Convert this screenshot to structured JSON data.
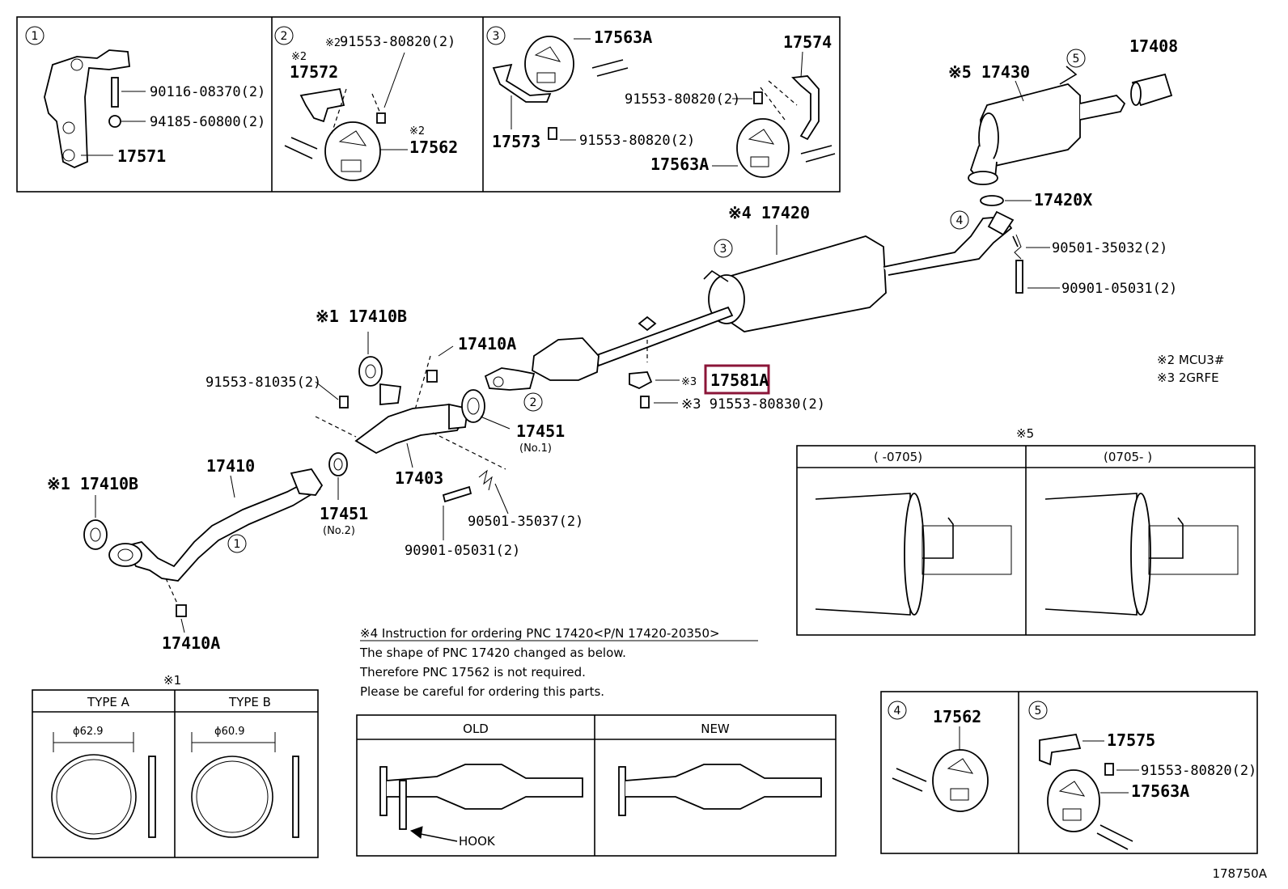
{
  "panel1": {
    "marker": "1",
    "labels": [
      "90116-08370(2)",
      "94185-60800(2)",
      "17571"
    ]
  },
  "panel2": {
    "marker": "2",
    "labels": [
      "※2",
      "91553-80820(2)",
      "※2",
      "17572",
      "※2",
      "17562"
    ]
  },
  "panel3": {
    "marker": "3",
    "labels": [
      "17563A",
      "17574",
      "91553-80820(2)",
      "17573",
      "91553-80820(2)",
      "17563A"
    ]
  },
  "main": {
    "labels": {
      "p17430": "※5 17430",
      "p5": "5",
      "p17408": "17408",
      "p17420X": "17420X",
      "p4": "4",
      "p90501a": "90501-35032(2)",
      "p90901a": "90901-05031(2)",
      "p17420": "※4 17420",
      "p3": "3",
      "p17410B_top": "※1 17410B",
      "p17410A_top": "17410A",
      "p91553_81035": "91553-81035(2)",
      "p17581A": "17581A",
      "p17581A_prefix": "※3",
      "p91553_80830": "※3 91553-80830(2)",
      "p2": "2",
      "p17451_no1": "17451",
      "p17451_no1_sub": "(No.1)",
      "p17410": "17410",
      "p17410B_left": "※1 17410B",
      "p17403": "17403",
      "p17451_no2": "17451",
      "p17451_no2_sub": "(No.2)",
      "p90501b": "90501-35037(2)",
      "p90901b": "90901-05031(2)",
      "p1": "1",
      "p17410A_bottom": "17410A"
    }
  },
  "legend": {
    "mcu": "※2 MCU3#",
    "grfe": "※3 2GRFE"
  },
  "panel5": {
    "title": "※5",
    "col1": "(      -0705)",
    "col2": "(0705-      )"
  },
  "note4": {
    "title": "※4 Instruction for ordering PNC 17420<P/N 17420-20350>",
    "line1": "The shape of PNC 17420 changed as below.",
    "line2": "Therefore PNC 17562 is not required.",
    "line3": "Please be careful for ordering this parts.",
    "old": "OLD",
    "new": "NEW",
    "hook": "HOOK"
  },
  "gasket_table": {
    "title": "※1",
    "typeA": "TYPE A",
    "typeB": "TYPE B",
    "dimA": "ϕ62.9",
    "dimB": "ϕ60.9"
  },
  "panel45": {
    "m4": "4",
    "m5": "5",
    "p17562": "17562",
    "p17575": "17575",
    "p91553": "91553-80820(2)",
    "p17563A": "17563A"
  },
  "footer": {
    "code": "178750A"
  },
  "highlight": {
    "color": "#8b1538"
  }
}
